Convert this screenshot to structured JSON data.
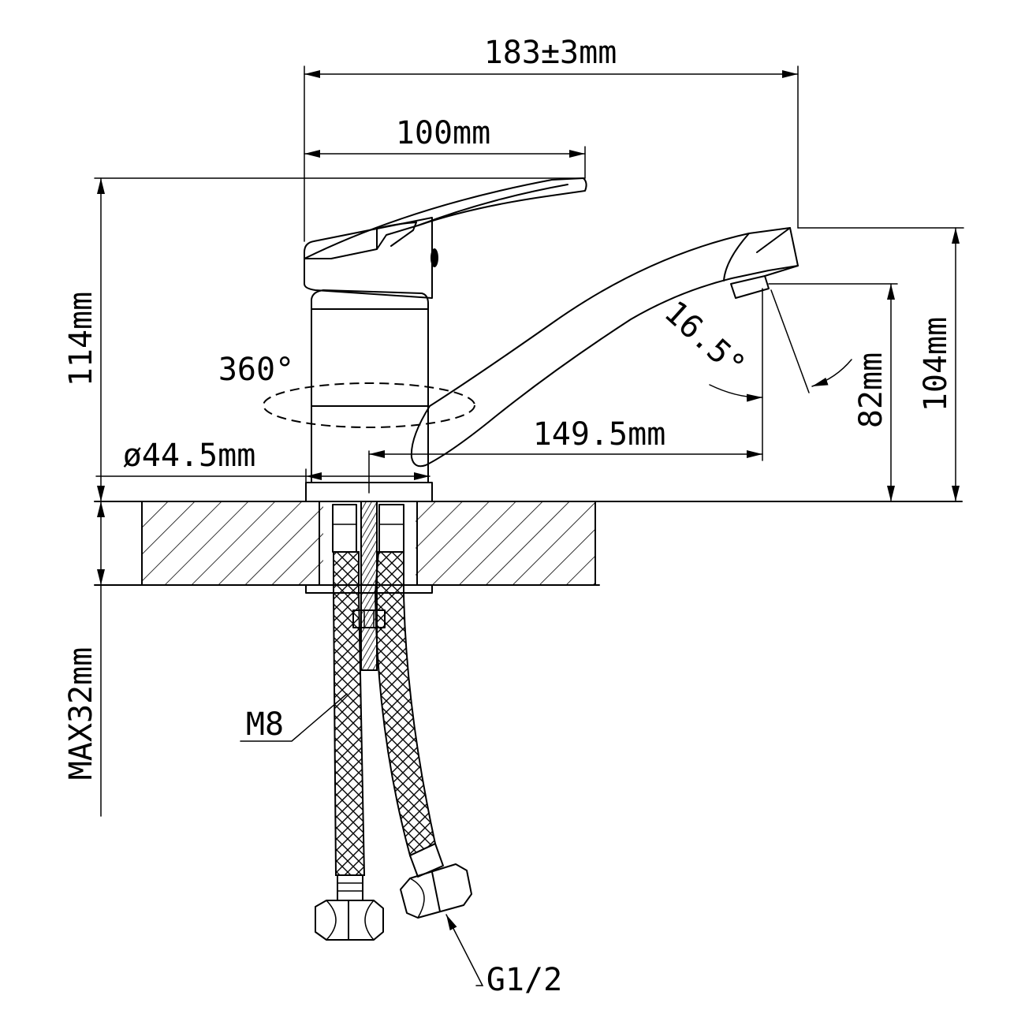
{
  "drawing": {
    "labels": {
      "width_total": "183±3mm",
      "handle_length": "100mm",
      "height_total": "114mm",
      "spout_height": "104mm",
      "outlet_height": "82mm",
      "spout_reach": "149.5mm",
      "base_diameter": "ø44.5mm",
      "rotation": "360°",
      "spout_angle": "16.5°",
      "max_thickness": "MAX32mm",
      "stud_thread": "M8",
      "hose_thread": "G1/2"
    }
  }
}
